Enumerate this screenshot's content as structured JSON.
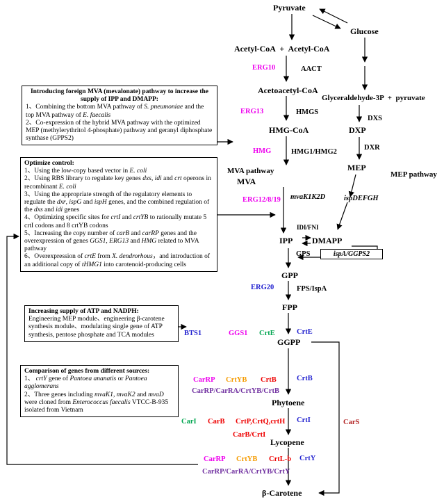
{
  "colors": {
    "magenta": "#EE00EE",
    "blue": "#1F1FCF",
    "green": "#00A54F",
    "red": "#EE0000",
    "orange": "#F59B00",
    "purple": "#7030A0",
    "darkred": "#B22222",
    "line": "#000000"
  },
  "nodes": {
    "pyruvate": "Pyruvate",
    "glucose": "Glucose",
    "acetyl_pair": "Acetyl-CoA  +  Acetyl-CoA",
    "acetoacetyl": "Acetoacetyl-CoA",
    "hmg_coa": "HMG-CoA",
    "mva": "MVA",
    "g3p_pyruvate": "Glyceraldehyde-3P  +  pyruvate",
    "dxp": "DXP",
    "mep": "MEP",
    "ipp": "IPP",
    "dmapp": "DMAPP",
    "gpp": "GPP",
    "fpp": "FPP",
    "ggpp": "GGPP",
    "phytoene": "Phytoene",
    "lycopene": "Lycopene",
    "beta_carotene": "β-Carotene"
  },
  "pathway_labels": {
    "mva": "MVA pathway",
    "mep": "MEP pathway"
  },
  "enzymes": {
    "erg10": "ERG10",
    "aact": "AACT",
    "erg13": "ERG13",
    "hmgs": "HMGS",
    "hmg": "HMG",
    "hmg1_hmg2": "HMG1/HMG2",
    "erg12_8_19": "ERG12/8/19",
    "mvaK1K2D": "mvaK1K2D",
    "dxs": "DXS",
    "dxr": "DXR",
    "ispDEFGH": "ispDEFGH",
    "idi_fni": "IDI/FNI",
    "gps": "GPS",
    "ispA_GGPS2": "ispA/GGPS2",
    "erg20": "ERG20",
    "fps_ispa": "FPS/IspA",
    "bts1": "BTS1",
    "ggs1": "GGS1",
    "crtE_green": "CrtE",
    "crtE_blue": "CrtE",
    "carRP_1": "CarRP",
    "crtYB_1": "CrtYB",
    "crtB_red": "CrtB",
    "crtB_blue": "CrtB",
    "combo_phytoene": "CarRP/CarRA/CrtYB/CrtB",
    "carI": "CarI",
    "carB": "CarB",
    "crtPQH": "CrtP,CrtQ,crtH",
    "crtI_blue": "CrtI",
    "carB_crtI": "CarB/CrtI",
    "carRP_2": "CarRP",
    "crtYB_2": "CrtYB",
    "crtLb": "CrtL-b",
    "crtY_blue": "CrtY",
    "combo_lycopene": "CarRP/CarRA/CrtYB/CrtY",
    "carS": "CarS"
  },
  "boxes": {
    "mva_intro": {
      "title": "Introducing foreign MVA (mevalonate) pathway to increase the supply of IPP and DMAPP:",
      "items": [
        "1、Combining the bottom MVA pathway of <i>S. pneumoniae</i> and the top MVA pathway of <i>E. faecalis</i>",
        "2、Co-expression of the hybrid MVA pathway with the optimized MEP (methylerythritol 4-phosphate) pathway and geranyl diphosphate synthase (GPPS2)"
      ]
    },
    "optimize": {
      "title": "Optimize control:",
      "items": [
        "1、Using the low-copy based vector in <i>E. coli</i>",
        "2、Using RBS library to regulate key genes <i>dxs</i>, <i>idi</i> and <i>crt</i> operons in recombinant <i>E. coli</i>",
        "3、Using the appropriate strength of the regulatory elements to regulate the <i>dxr</i>, <i>ispG</i> and <i>ispH</i> genes, and the combined regulation of the <i>dxs</i> and <i>idi</i> genes",
        "4、Optimizing specific sites for <i>crtI</i> and <i>crtYB</i> to rationally mutate 5 crtI codons and 8 crtYB codons",
        "5、Increasing the copy number of <i>carB</i> and <i>carRP</i> genes and the overexpression of genes <i>GGS1</i>, <i>ERG13</i> and <i>HMG</i> related to MVA pathway",
        "6、Overexpression of <i>crtE</i> from <i>X. dendrorhous</i>，and introduction of an additional copy of <i>tHMG1</i> into carotenoid-producing cells"
      ]
    },
    "atp_nadph": {
      "title": "Increasing supply of ATP and NADPH:",
      "body": "Engineering MEP module、engineering β-carotene synthesis module、modulating single gene of ATP synthesis, pentose phosphate and TCA modules"
    },
    "gene_sources": {
      "title": "Comparison of genes from different sources:",
      "items": [
        "1、 <i>crtY</i> gene of <i>Pantoea ananatis</i> or <i>Pantoea agglomerans</i>",
        "2、Three genes including <i>mvaK1</i>, <i>mvaK2</i> and <i>mvaD</i> were cloned from <i>Enterococcus faecalis</i> VTCC-B-935 isolated from Vietnam"
      ]
    }
  }
}
